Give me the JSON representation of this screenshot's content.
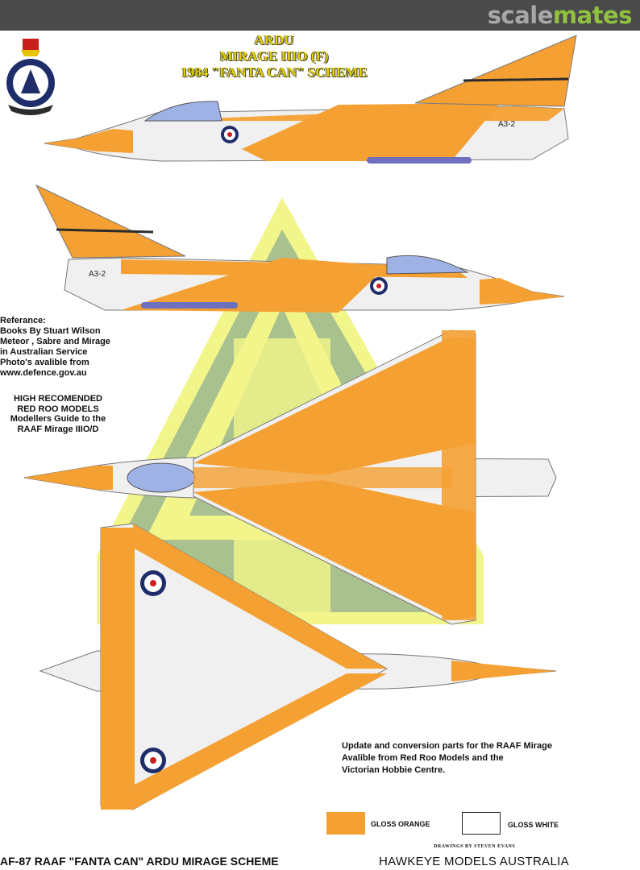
{
  "site": {
    "brand_part1": "scale",
    "brand_part2": "mates"
  },
  "header": {
    "line1": "ARDU",
    "line2": "MIRAGE IIIO (F)",
    "line3": "1984 \"FANTA CAN\" SCHEME"
  },
  "aircraft": {
    "serial": "A3-2"
  },
  "reference": {
    "lines": [
      "Referance:",
      "Books By Stuart Wilson",
      "Meteor , Sabre and Mirage",
      "in Australian Service",
      "Photo's avalible from",
      "www.defence.gov.au"
    ],
    "recommend": [
      "HIGH RECOMENDED",
      "RED ROO MODELS",
      "Modellers Guide to the",
      "RAAF Mirage IIIO/D"
    ]
  },
  "update_note": [
    "Update and conversion parts for the RAAF Mirage",
    "Avalible from Red Roo Models and the",
    "Victorian Hobbie Centre."
  ],
  "legend": [
    {
      "label": "GLOSS ORANGE",
      "color": "#f5a033"
    },
    {
      "label": "GLOSS WHITE",
      "color": "#ffffff"
    }
  ],
  "footer": {
    "code_title": "AF-87 RAAF \"FANTA CAN\" ARDU MIRAGE SCHEME",
    "drawings_credit": "DRAWINGS BY STEVEN EVANS",
    "publisher": "HAWKEYE MODELS AUSTRALIA"
  },
  "colors": {
    "orange": "#f5a033",
    "white": "#ffffff",
    "emblem_yellow": "#f2f58a",
    "emblem_green": "#a9c08f",
    "canopy": "#9fb2e6",
    "roundel_blue": "#1f2d6b",
    "roundel_red": "#c81e1e"
  }
}
